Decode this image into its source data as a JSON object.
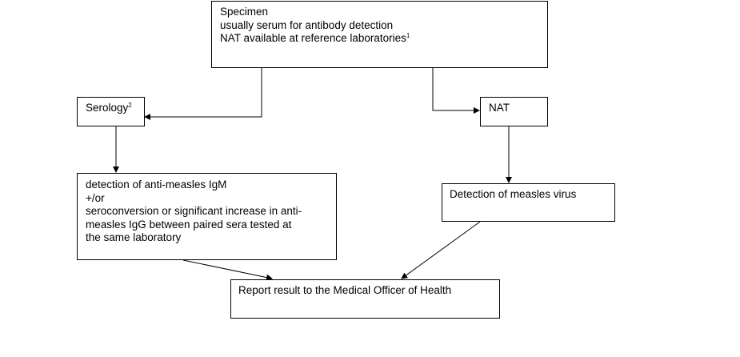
{
  "specimen": {
    "title": "Specimen",
    "line1": "usually serum for antibody detection",
    "line2": "NAT available at reference laboratories",
    "line2_footnote": "1"
  },
  "serology": {
    "label": "Serology",
    "footnote": "2"
  },
  "nat": {
    "label": "NAT"
  },
  "igm": {
    "line1": "detection of anti-measles IgM",
    "line2": "+/or",
    "line3": "seroconversion or significant increase in anti-",
    "line4": "measles IgG between paired sera tested at",
    "line5": "the same laboratory"
  },
  "virus": {
    "label": "Detection of measles virus"
  },
  "report": {
    "label": "Report result to the Medical Officer of Health"
  }
}
